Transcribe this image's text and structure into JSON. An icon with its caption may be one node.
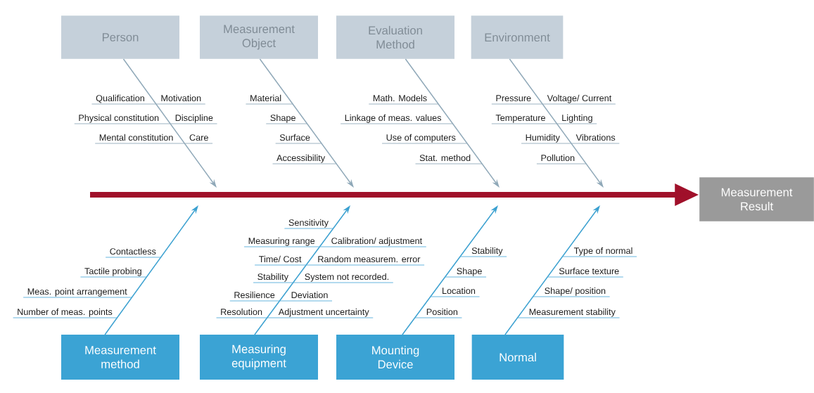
{
  "diagram": {
    "nodes": [
      {
        "text": [
          "Person"
        ],
        "beside": [
          "Qualification",
          "Motivation",
          "Physical constitution",
          "Discipline",
          "Mental constitution",
          "Care"
        ]
      },
      {
        "text": [
          "Measurement Object"
        ],
        "beside": [
          "Material",
          "Shape",
          "Surface",
          "Accessibility"
        ]
      },
      {
        "text": [
          "Evaluation Method"
        ],
        "beside": [
          "Math. Models",
          "Linkage of meas. values",
          "Use of computers",
          "Stat. method"
        ]
      },
      {
        "text": [
          "Environment"
        ],
        "beside": [
          "Pressure",
          "Voltage/ Current",
          "Temperature",
          "Lighting",
          "Humidity",
          "Vibrations",
          "Pollution"
        ]
      },
      {
        "text": [
          "Measurement method"
        ],
        "beside": [
          "Contactless",
          "Tactile probing",
          "Meas. point arrangement",
          "Number of meas. points"
        ]
      },
      {
        "text": [
          "Measuring equipment"
        ],
        "beside": [
          "Sensitivity",
          "Measuring range",
          "Calibration/ adjustment",
          "Time/ Cost",
          "Random measurem. error",
          "Stability",
          "System not recorded.",
          "Resilience",
          "Deviation",
          "Resolution",
          "Adjustment uncertainty"
        ]
      },
      {
        "text": [
          "Mounting Device"
        ],
        "beside": [
          "Stability",
          "Shape",
          "Location",
          "Position"
        ]
      },
      {
        "text": [
          "Normal"
        ],
        "beside": [
          "Type of normal",
          "Surface texture",
          "Shape/ position",
          "Measurement stability"
        ]
      },
      {
        "text": [
          "Measurement Result"
        ]
      }
    ],
    "edges": [
      {
        "from": 0,
        "to": null,
        "arrow": "to",
        "color": "#8fa8b8"
      },
      {
        "from": 1,
        "to": null,
        "arrow": "to",
        "color": "#8fa8b8"
      },
      {
        "from": 2,
        "to": null,
        "arrow": "to",
        "color": "#8fa8b8"
      },
      {
        "from": 3,
        "to": null,
        "arrow": "to",
        "color": "#8fa8b8"
      },
      {
        "from": 4,
        "to": null,
        "arrow": "to"
      },
      {
        "from": 5,
        "to": null,
        "arrow": "to"
      },
      {
        "from": 6,
        "to": null,
        "arrow": "to"
      },
      {
        "from": 7,
        "to": null,
        "arrow": "to"
      },
      {
        "from": null,
        "to": 8,
        "arrow": "to",
        "style": "thick",
        "color": "#a0102a"
      }
    ]
  }
}
